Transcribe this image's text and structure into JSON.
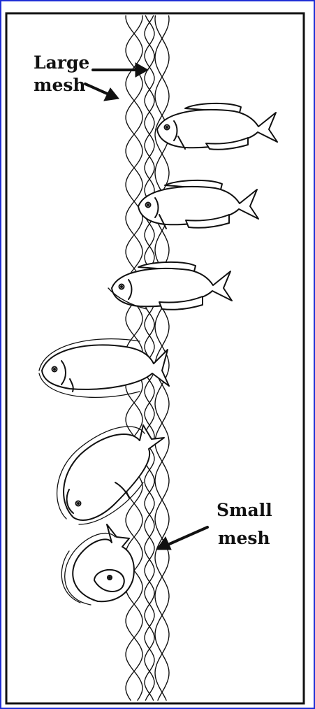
{
  "labels": {
    "large_mesh_line1": "Large",
    "large_mesh_line2": "mesh",
    "small_mesh_line1": "Small",
    "small_mesh_line2": "mesh"
  },
  "colors": {
    "outer_border": "#1f2fd6",
    "ink": "#111111",
    "background": "#ffffff"
  },
  "fish_count": 6
}
